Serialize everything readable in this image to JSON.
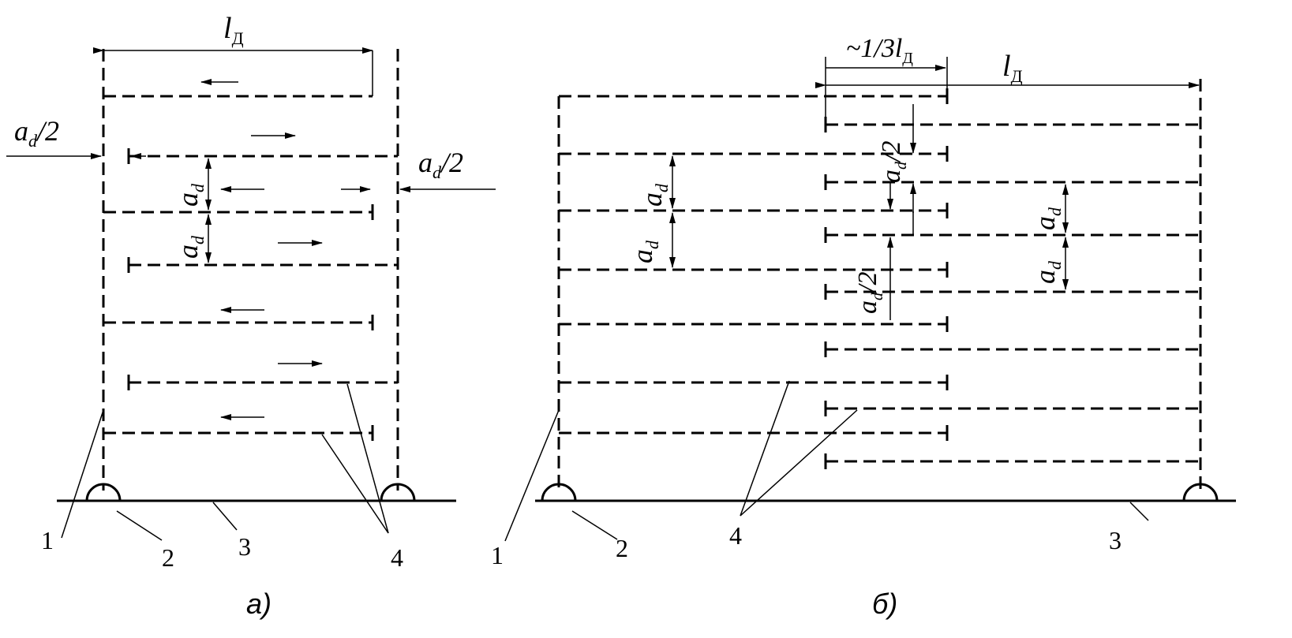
{
  "panel_a": {
    "caption": "а)",
    "dim_ld": "l",
    "dim_ld_sub": "Д",
    "half_spacing_left": "a",
    "half_spacing_left_sub": "d",
    "half_spacing_left_tail": "/2",
    "half_spacing_right": "a",
    "half_spacing_right_sub": "d",
    "half_spacing_right_tail": "/2",
    "spacing_1": "a",
    "spacing_1_sub": "d",
    "spacing_2": "a",
    "spacing_2_sub": "d",
    "callouts": [
      "1",
      "2",
      "3",
      "4"
    ]
  },
  "panel_b": {
    "caption": "б)",
    "dim_third": "~1/3l",
    "dim_third_sub": "Д",
    "dim_ld": "l",
    "dim_ld_sub": "Д",
    "spacing_left_1": "a",
    "spacing_left_1_sub": "d",
    "spacing_left_2": "a",
    "spacing_left_2_sub": "d",
    "half_top": "a",
    "half_top_sub": "d",
    "half_top_tail": "/2",
    "half_bottom": "a",
    "half_bottom_sub": "d",
    "half_bottom_tail": "/2",
    "spacing_right_1": "a",
    "spacing_right_1_sub": "d",
    "spacing_right_2": "a",
    "spacing_right_2_sub": "d",
    "callouts": [
      "1",
      "2",
      "4",
      "3"
    ]
  }
}
